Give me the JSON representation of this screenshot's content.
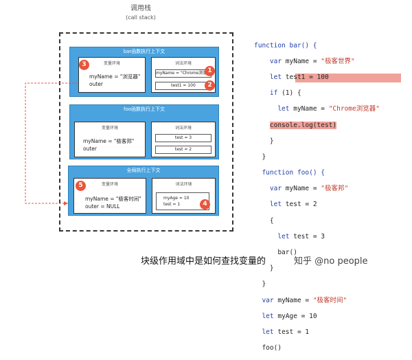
{
  "stack": {
    "title": "调用栈",
    "subtitle": "(call stack)"
  },
  "bar_ctx": {
    "title": "bar函数执行上下文",
    "var_env_title": "变量环境",
    "var_name": "myName = \"浏览器\"",
    "outer": "outer",
    "lex_env_title": "词法环境",
    "cell1": "myName = \"Chrome浏览器\"",
    "cell2": "test1 = 100",
    "badge_var": "3",
    "badge_cell1": "1",
    "badge_cell2": "2"
  },
  "foo_ctx": {
    "title": "foo函数执行上下文",
    "var_env_title": "变量环境",
    "var_name": "myName = \"极客邦\"",
    "outer": "outer",
    "lex_env_title": "词法环境",
    "cell1": "test = 3",
    "cell2": "test = 2"
  },
  "global_ctx": {
    "title": "全局执行上下文",
    "var_env_title": "变量环境",
    "var_name": "myName = \"极客时间\"",
    "outer": "outer = NULL",
    "lex_env_title": "词法环境",
    "cell1": "myAge = 10",
    "cell2": "test = 1",
    "badge_var": "5",
    "badge_lex": "4"
  },
  "code": {
    "l1": "function bar() {",
    "l2a": "var",
    "l2b": " myName = ",
    "l2c": "\"极客世界\"",
    "l3a": "let",
    "l3b": " test1 = 100",
    "l4a": "if",
    "l4b": " (1) {",
    "l5a": "let",
    "l5b": " myName = ",
    "l5c": "\"Chrome浏览器\"",
    "l6": "console.log(test)",
    "l7": "}",
    "l8": "}",
    "l9a": "function",
    "l9b": " foo() {",
    "l10a": "var",
    "l10b": " myName = ",
    "l10c": "\"极客邦\"",
    "l11a": "let",
    "l11b": " test = 2",
    "l12": "{",
    "l13a": "let",
    "l13b": " test = 3",
    "l14": "bar()",
    "l15": "}",
    "l16": "}",
    "l17a": "var",
    "l17b": " myName = ",
    "l17c": "\"极客时间\"",
    "l18a": "let",
    "l18b": " myAge = 10",
    "l19a": "let",
    "l19b": " test = 1",
    "l20": "foo()"
  },
  "caption": "块级作用域中是如何查找变量的",
  "watermark": "知乎 @no people",
  "colors": {
    "context_bg": "#4aa3df",
    "badge": "#e8563c",
    "highlight": "#f0a29a",
    "keyword": "#1f3fa6",
    "string": "#c0392b",
    "arrow": "#e8563c"
  }
}
